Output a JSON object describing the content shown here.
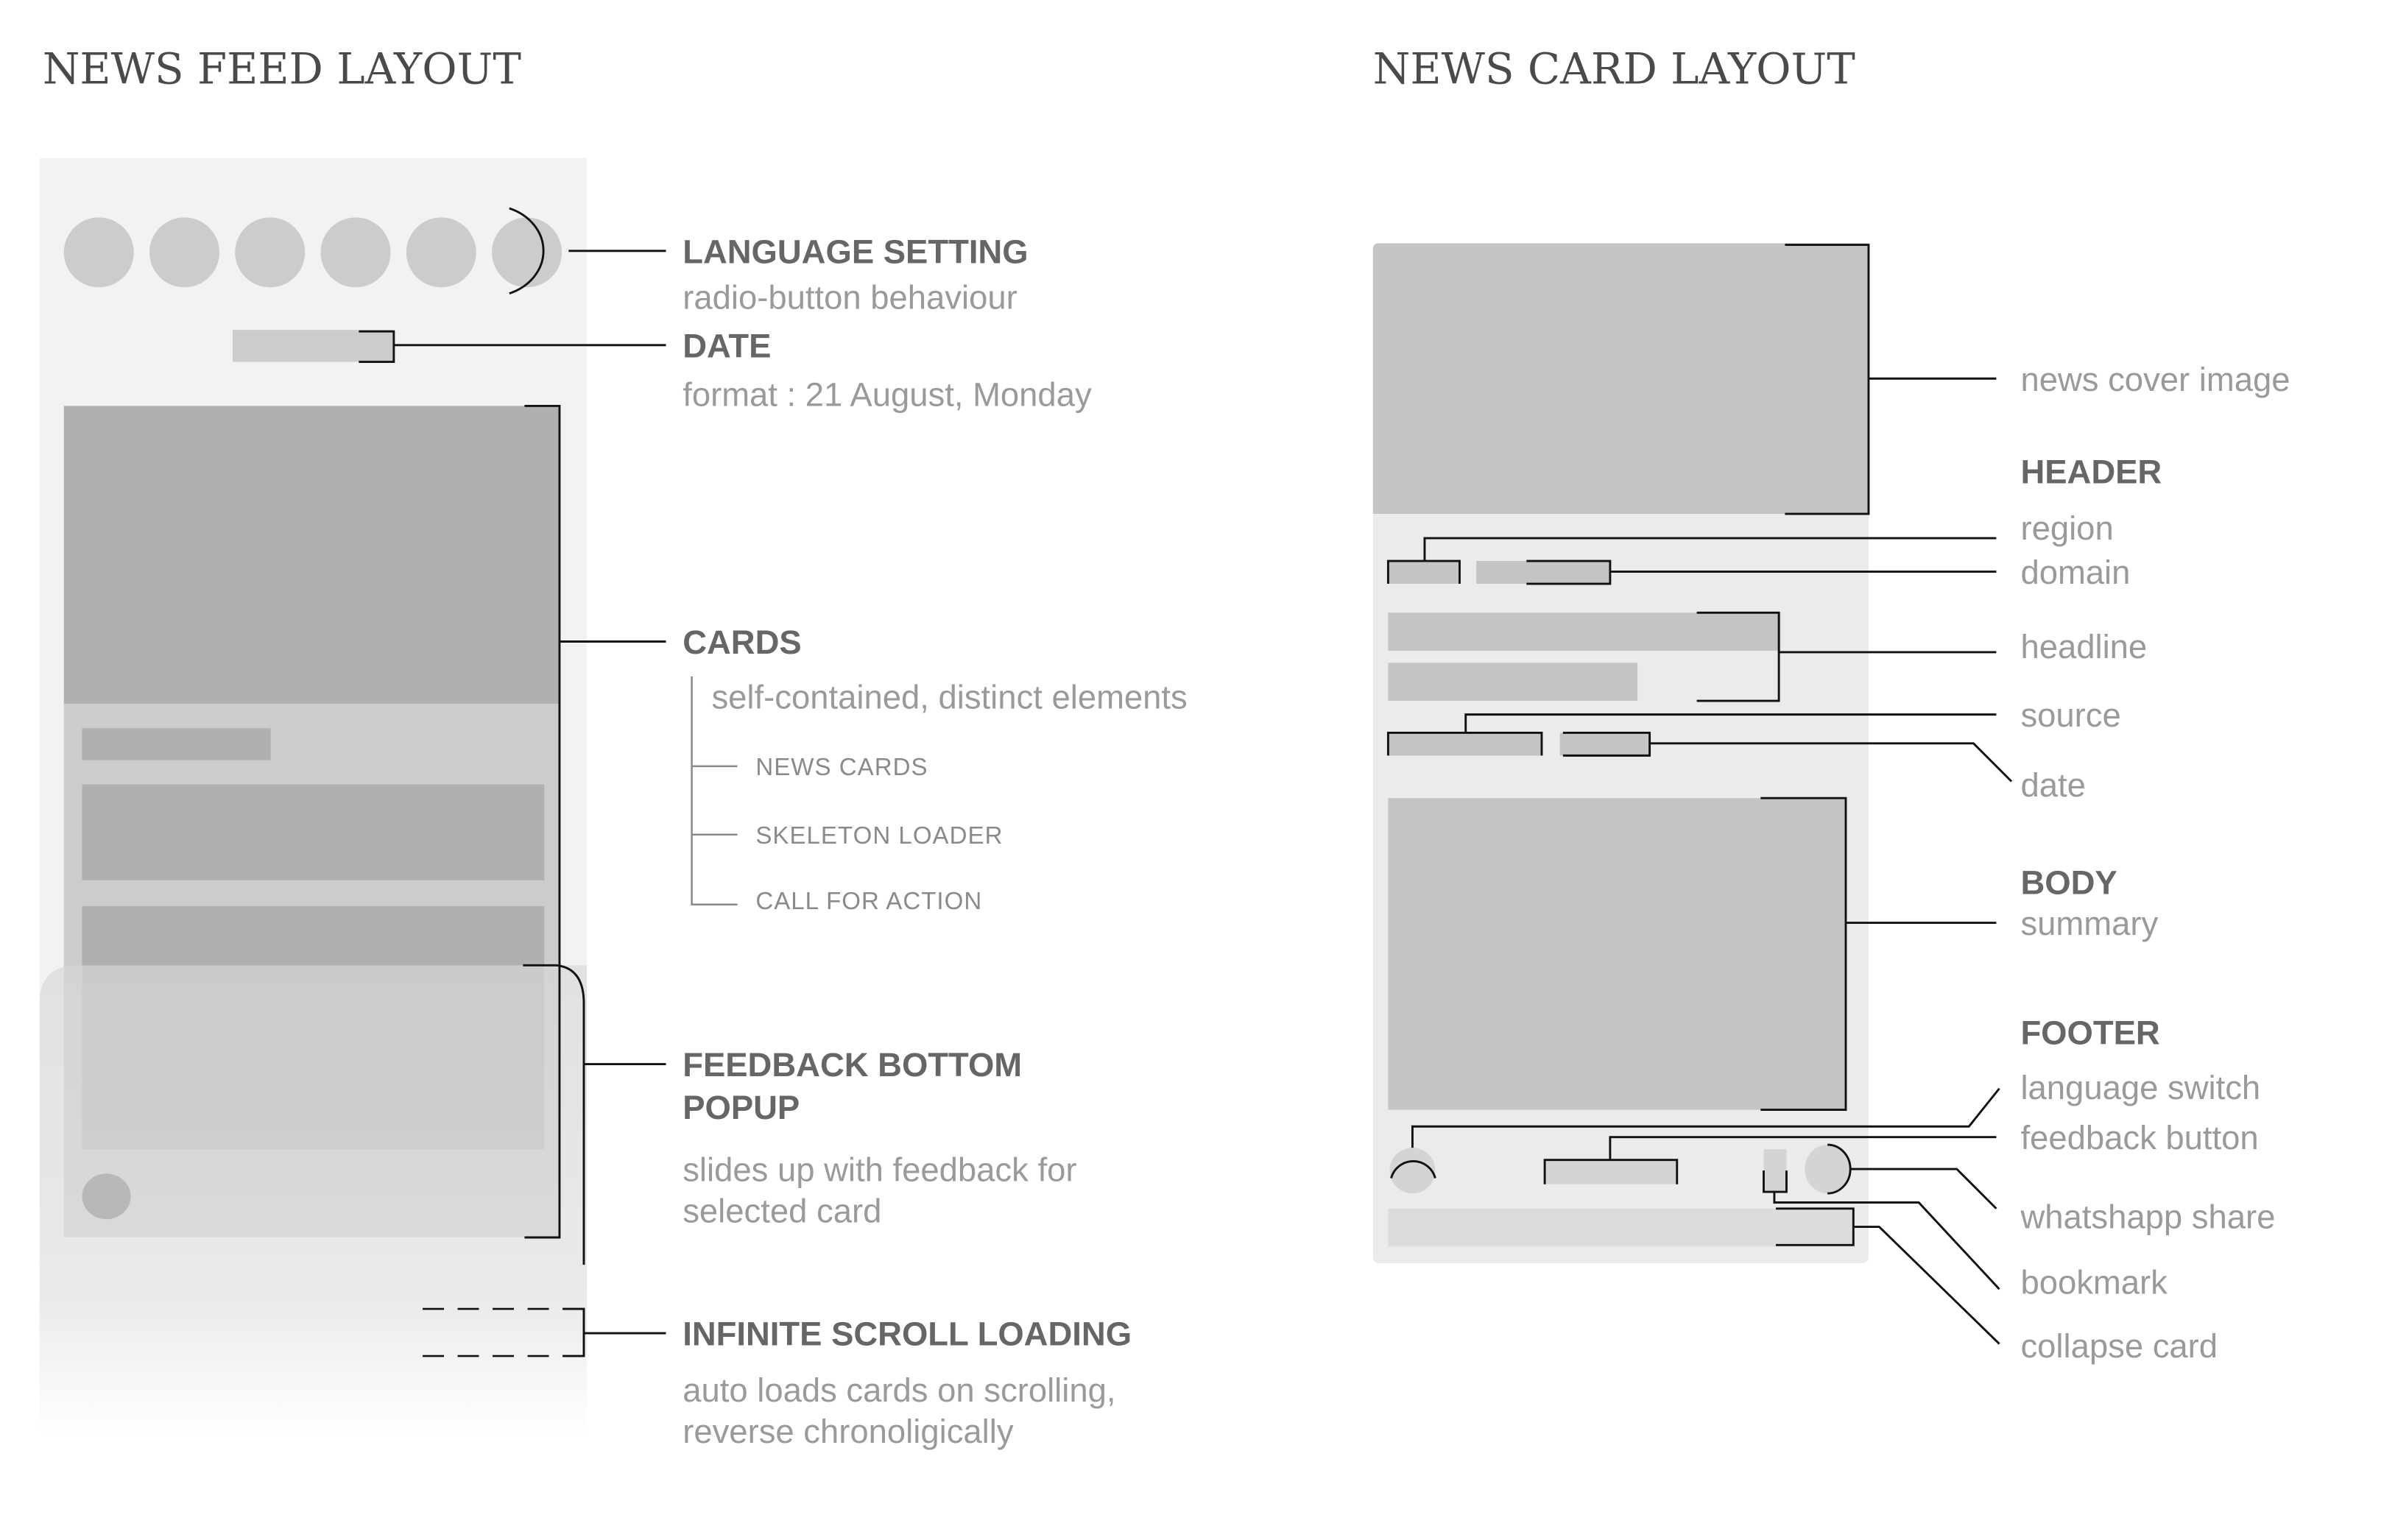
{
  "feed": {
    "title": "NEWS FEED LAYOUT",
    "language_count": 6,
    "annotations": {
      "language": {
        "heading": "LANGUAGE SETTING",
        "desc": "radio-button behaviour"
      },
      "date": {
        "heading": "DATE",
        "desc": "format : 21 August, Monday"
      },
      "cards": {
        "heading": "CARDS",
        "desc": "self-contained, distinct elements",
        "items": [
          "NEWS CARDS",
          "SKELETON LOADER",
          "CALL FOR ACTION"
        ]
      },
      "feedback": {
        "heading_line1": "FEEDBACK BOTTOM",
        "heading_line2": "POPUP",
        "desc_line1": "slides up with feedback for",
        "desc_line2": "selected card"
      },
      "scroll": {
        "heading": "INFINITE SCROLL LOADING",
        "desc_line1": "auto loads cards on scrolling,",
        "desc_line2": "reverse chronoligically"
      }
    }
  },
  "card": {
    "title": "NEWS CARD LAYOUT",
    "labels": {
      "cover": "news cover image",
      "header_heading": "HEADER",
      "region": "region",
      "domain": "domain",
      "headline": "headline",
      "source": "source",
      "date": "date",
      "body_heading": "BODY",
      "summary": "summary",
      "footer_heading": "FOOTER",
      "language_switch": "language switch",
      "feedback_button": "feedback button",
      "whatsapp_share": "whatshapp share",
      "bookmark": "bookmark",
      "collapse_card": "collapse card"
    }
  },
  "colors": {
    "panel_bg": "#f2f2f2",
    "card_bg": "#ebebeb",
    "block": "#c4c4c4",
    "dark_block": "#b0b0b0",
    "heading": "#666666",
    "desc": "#9a9a9a"
  }
}
